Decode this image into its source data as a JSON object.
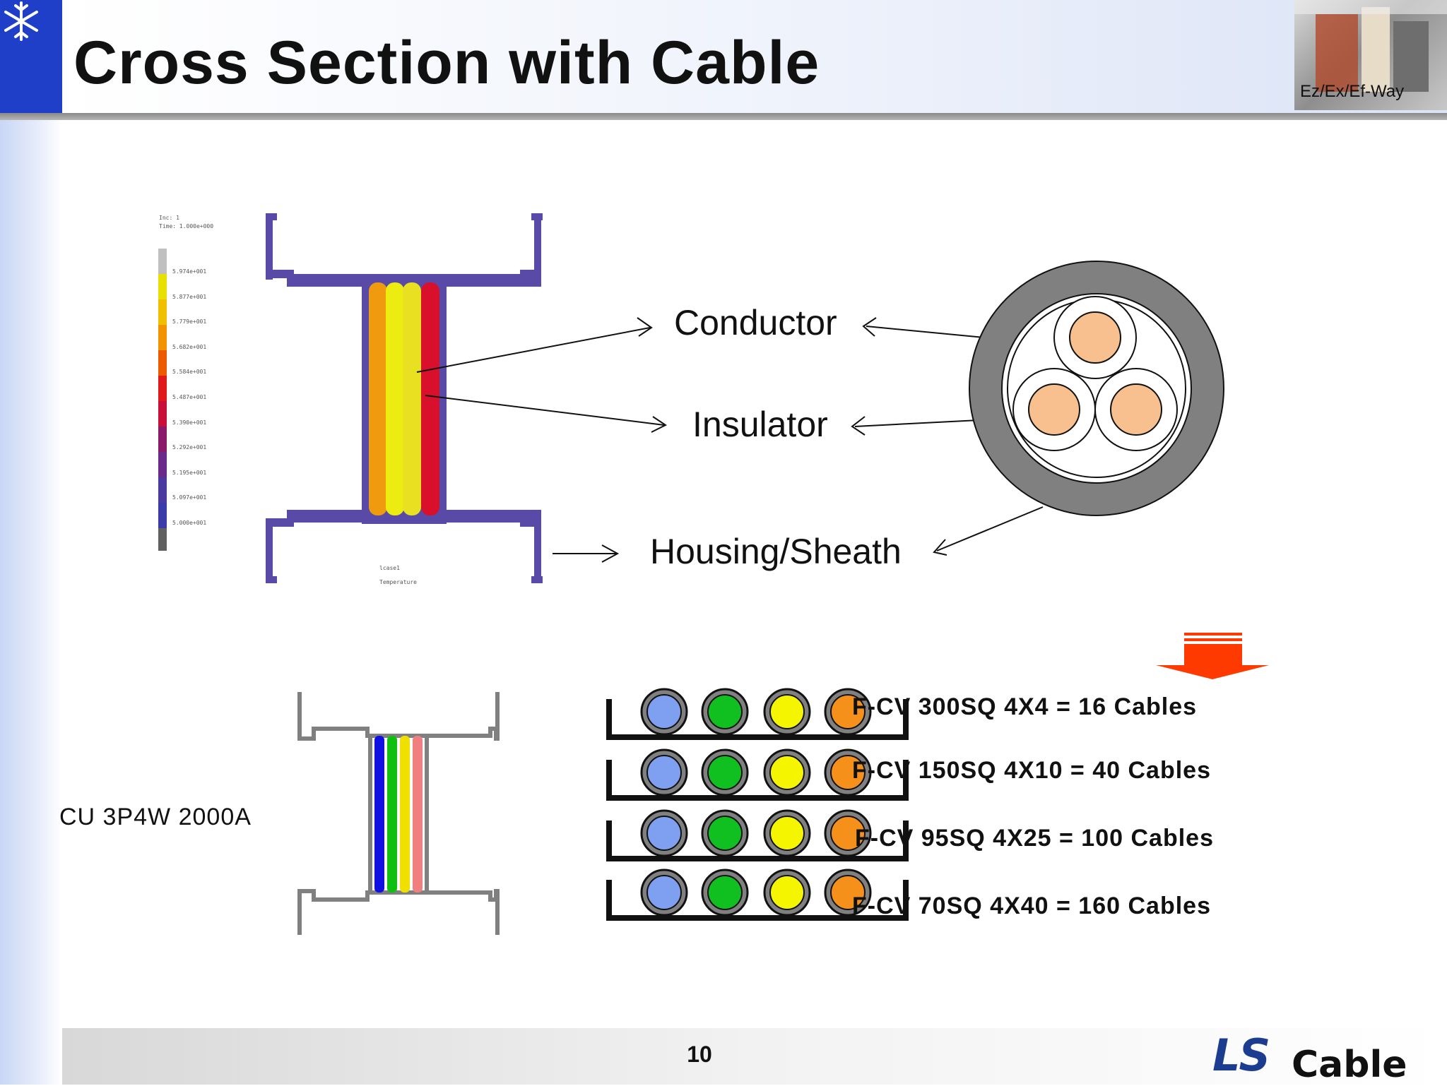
{
  "slide": {
    "title": "Cross Section with Cable",
    "header_badge": "Ez/Ex/Ef-Way",
    "page_number": "10",
    "logo_ls": "LS",
    "logo_cable": "Cable"
  },
  "fem_plot": {
    "inc": "Inc:   1",
    "time": "Time:  1.000e+000",
    "legend_values": [
      "5.974e+001",
      "5.877e+001",
      "5.779e+001",
      "5.682e+001",
      "5.584e+001",
      "5.487e+001",
      "5.390e+001",
      "5.292e+001",
      "5.195e+001",
      "5.097e+001",
      "5.000e+001"
    ],
    "case_label": "lcase1",
    "quantity_label": "Temperature"
  },
  "labels": {
    "conductor": "Conductor",
    "insulator": "Insulator",
    "housing": "Housing/Sheath"
  },
  "busway": {
    "rating": "CU 3P4W 2000A"
  },
  "cable_rows": [
    {
      "text": "F-CV 300SQ 4X4    = 16 Cables"
    },
    {
      "text": "F-CV 150SQ 4X10 = 40 Cables"
    },
    {
      "text": "F-CV 95SQ 4X25 = 100 Cables"
    },
    {
      "text": "F-CV 70SQ 4X40 = 160 Cables"
    }
  ],
  "colors": {
    "brand_blue": "#1f3fc8",
    "arrow_red": "#ff3a00",
    "conductor_fill": "#f9c08f"
  }
}
